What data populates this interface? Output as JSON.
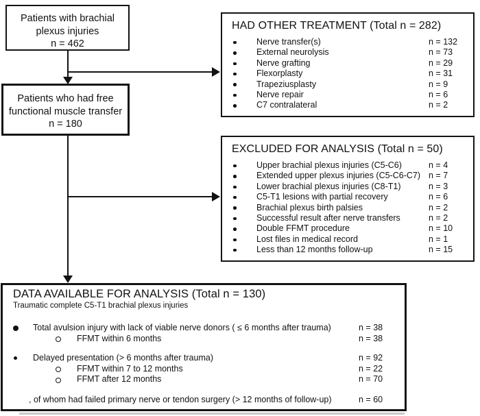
{
  "page": {
    "background": "#ffffff",
    "line_color": "#131313"
  },
  "flow": {
    "box1": {
      "label": "Patients with brachial plexus injuries",
      "n": "n = 462"
    },
    "box2": {
      "label": "Patients who had free functional muscle transfer",
      "n": "n = 180"
    }
  },
  "other_treatment": {
    "title": "HAD OTHER TREATMENT (Total n = 282)",
    "items": [
      {
        "label": "Nerve transfer(s)",
        "n": "n = 132"
      },
      {
        "label": "External neurolysis",
        "n": "n = 73"
      },
      {
        "label": "Nerve grafting",
        "n": "n = 29"
      },
      {
        "label": "Flexorplasty",
        "n": "n = 31"
      },
      {
        "label": "Trapeziusplasty",
        "n": "n = 9"
      },
      {
        "label": "Nerve repair",
        "n": "n = 6"
      },
      {
        "label": "C7 contralateral",
        "n": "n = 2"
      }
    ]
  },
  "excluded": {
    "title": "EXCLUDED FOR ANALYSIS (Total n = 50)",
    "items": [
      {
        "label": "Upper brachial plexus injuries (C5-C6)",
        "n": "n = 4"
      },
      {
        "label": "Extended upper plexus injuries (C5-C6-C7)",
        "n": "n = 7"
      },
      {
        "label": "Lower brachial plexus injuries (C8-T1)",
        "n": "n = 3"
      },
      {
        "label": "C5-T1 lesions with partial recovery",
        "n": "n = 6"
      },
      {
        "label": "Brachial plexus birth palsies",
        "n": "n = 2"
      },
      {
        "label": "Successful result after nerve transfers",
        "n": "n = 2"
      },
      {
        "label": "Double FFMT procedure",
        "n": "n = 10"
      },
      {
        "label": "Lost files in medical record",
        "n": "n = 1"
      },
      {
        "label": "Less than 12 months follow-up",
        "n": "n = 15"
      }
    ]
  },
  "data_available": {
    "title": "DATA AVAILABLE FOR ANALYSIS (Total n = 130)",
    "subtitle": "Traumatic complete C5-T1 brachial plexus injuries",
    "rows": [
      {
        "label": "Total avulsion injury with lack of viable nerve donors ( ≤ 6 months after trauma)",
        "n": "n = 38"
      },
      {
        "label": "FFMT within 6 months",
        "n": "n = 38"
      },
      {
        "label": "Delayed presentation (> 6 months after trauma)",
        "n": "n = 92"
      },
      {
        "label": "FFMT within 7 to 12 months",
        "n": "n = 22"
      },
      {
        "label": "FFMT after 12 months",
        "n": "n = 70"
      },
      {
        "label": ", of whom had failed primary nerve or tendon surgery (> 12 months of follow-up)",
        "n": "n = 60"
      }
    ]
  }
}
